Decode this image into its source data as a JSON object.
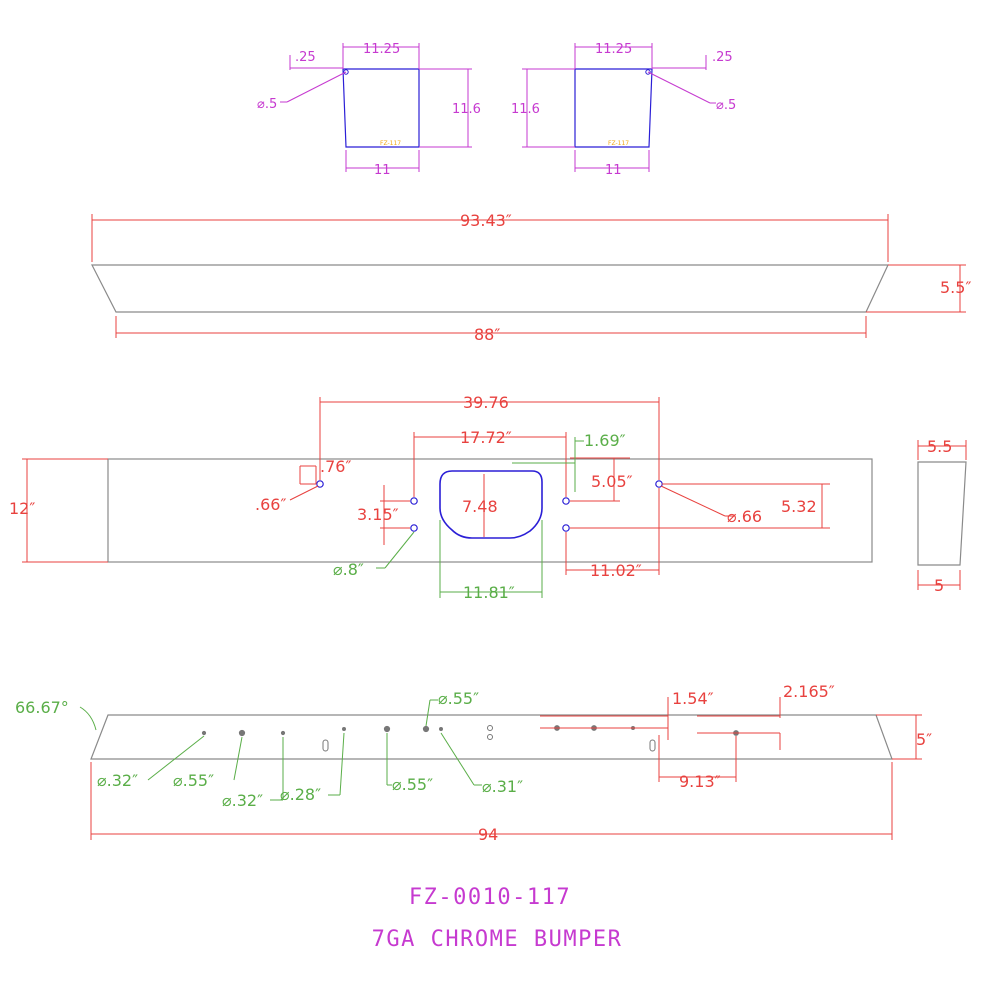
{
  "colors": {
    "dimension_red": "#e8423f",
    "dimension_green": "#5aae48",
    "dimension_magenta": "#c63ad0",
    "profile_blue": "#2b1fd6",
    "outline_gray": "#8a8a8a",
    "tiny_label_yellow": "#f2a818"
  },
  "end_plates": {
    "left": {
      "top": ".25",
      "width_top": "11.25",
      "hole": "⌀.5",
      "height": "11.6",
      "width_bottom": "11",
      "tag": "FZ-117"
    },
    "right": {
      "top": ".25",
      "width_top": "11.25",
      "hole": "⌀.5",
      "height": "11.6",
      "width_bottom": "11",
      "tag": "FZ-117"
    }
  },
  "top_view": {
    "top_length": "93.43″",
    "depth": "5.5″",
    "bottom_length": "88″"
  },
  "front_view": {
    "span": "39.76",
    "center_span": "17.72″",
    "offset_green": "1.69″",
    "hole_offset": ".76″",
    "hole_dia": ".66″",
    "plate_height": "12″",
    "cutout_height": "7.48",
    "spacing": "3.15″",
    "vert_offset": "5.05″",
    "right_hole": "⌀.66",
    "right_height": "5.32",
    "right_offset": "11.02″",
    "lower_hole": "⌀.8″",
    "cutout_width": "11.81″"
  },
  "side_view": {
    "top": "5.5",
    "bottom": "5"
  },
  "bottom_view": {
    "angle": "66.67°",
    "d1": "⌀.55″",
    "d2": "1.54″",
    "d3": "2.165″",
    "height": "5″",
    "d4": "⌀.32″",
    "d5": "⌀.55″",
    "d6": "⌀.32″",
    "d7": "⌀.28″",
    "d8": "⌀.55″",
    "d9": "⌀.31″",
    "d10": "9.13″",
    "overall": "94"
  },
  "title": {
    "part_number": "FZ-0010-117",
    "description": "7GA CHROME BUMPER"
  }
}
